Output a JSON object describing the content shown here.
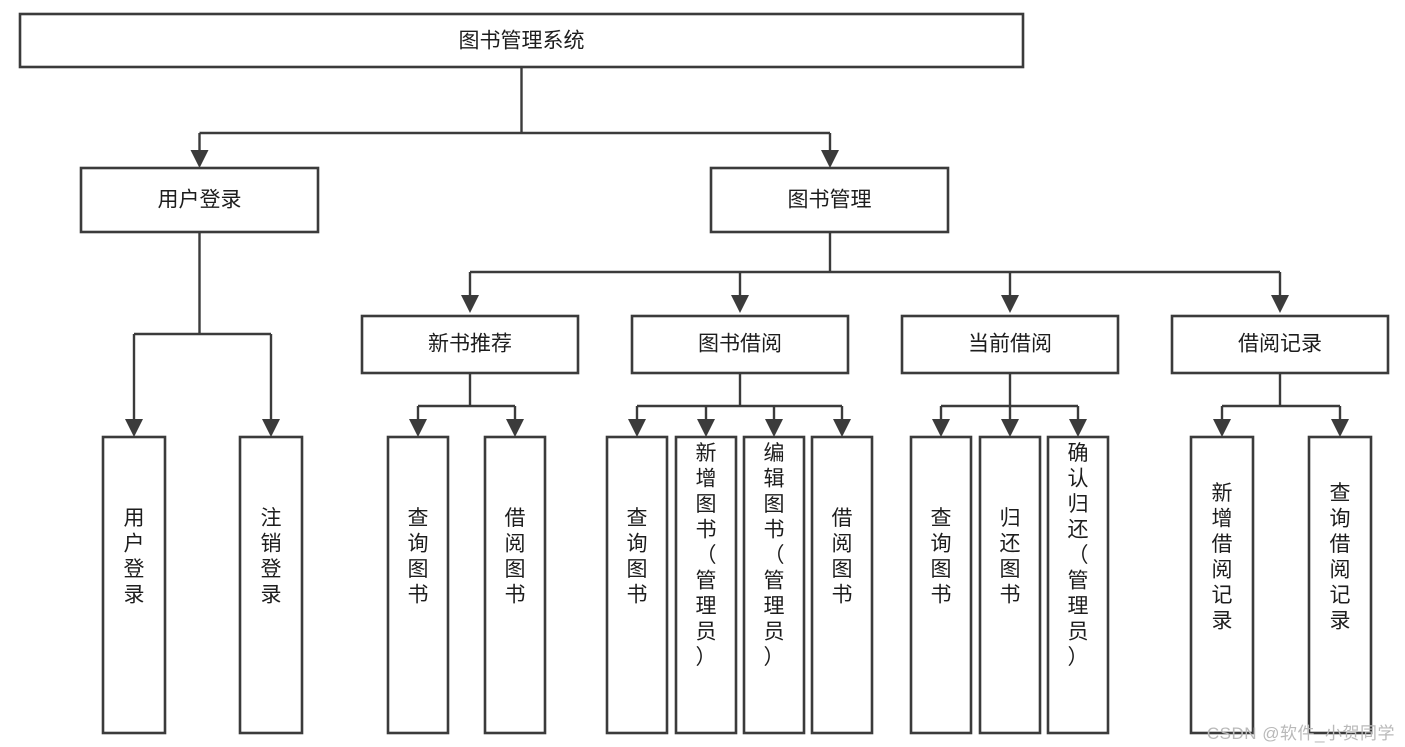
{
  "diagram": {
    "type": "tree",
    "title": "图书管理系统",
    "orientation": "top-down",
    "background_color": "#ffffff",
    "line_color": "#3b3b3b",
    "box_fill": "#ffffff",
    "text_color": "#1d1d1d"
  },
  "watermark": {
    "text": "CSDN @软件_小贺同学",
    "color": "#b9b9b9"
  },
  "nodes": {
    "root": {
      "label": "图书管理系统"
    },
    "level2": [
      {
        "id": "user-login",
        "label": "用户登录"
      },
      {
        "id": "book-manage",
        "label": "图书管理"
      }
    ],
    "level3": [
      {
        "id": "new-book-recommend",
        "label": "新书推荐"
      },
      {
        "id": "book-borrow",
        "label": "图书借阅"
      },
      {
        "id": "current-borrow",
        "label": "当前借阅"
      },
      {
        "id": "borrow-record",
        "label": "借阅记录"
      }
    ],
    "leaves": {
      "user_login": [
        {
          "id": "leaf-user-login",
          "label": "用户登录"
        },
        {
          "id": "leaf-logout-login",
          "label": "注销登录"
        }
      ],
      "new_book_recommend": [
        {
          "id": "leaf-query-book-1",
          "label": "查询图书"
        },
        {
          "id": "leaf-borrow-book-1",
          "label": "借阅图书"
        }
      ],
      "book_borrow": [
        {
          "id": "leaf-query-book-2",
          "label": "查询图书"
        },
        {
          "id": "leaf-add-book",
          "label": "新增图书（管理员）"
        },
        {
          "id": "leaf-edit-book",
          "label": "编辑图书（管理员）"
        },
        {
          "id": "leaf-borrow-book-2",
          "label": "借阅图书"
        }
      ],
      "current_borrow": [
        {
          "id": "leaf-query-book-3",
          "label": "查询图书"
        },
        {
          "id": "leaf-return-book",
          "label": "归还图书"
        },
        {
          "id": "leaf-confirm-return",
          "label": "确认归还（管理员）"
        }
      ],
      "borrow_record": [
        {
          "id": "leaf-add-record",
          "label": "新增借阅记录"
        },
        {
          "id": "leaf-query-record",
          "label": "查询借阅记录"
        }
      ]
    }
  }
}
